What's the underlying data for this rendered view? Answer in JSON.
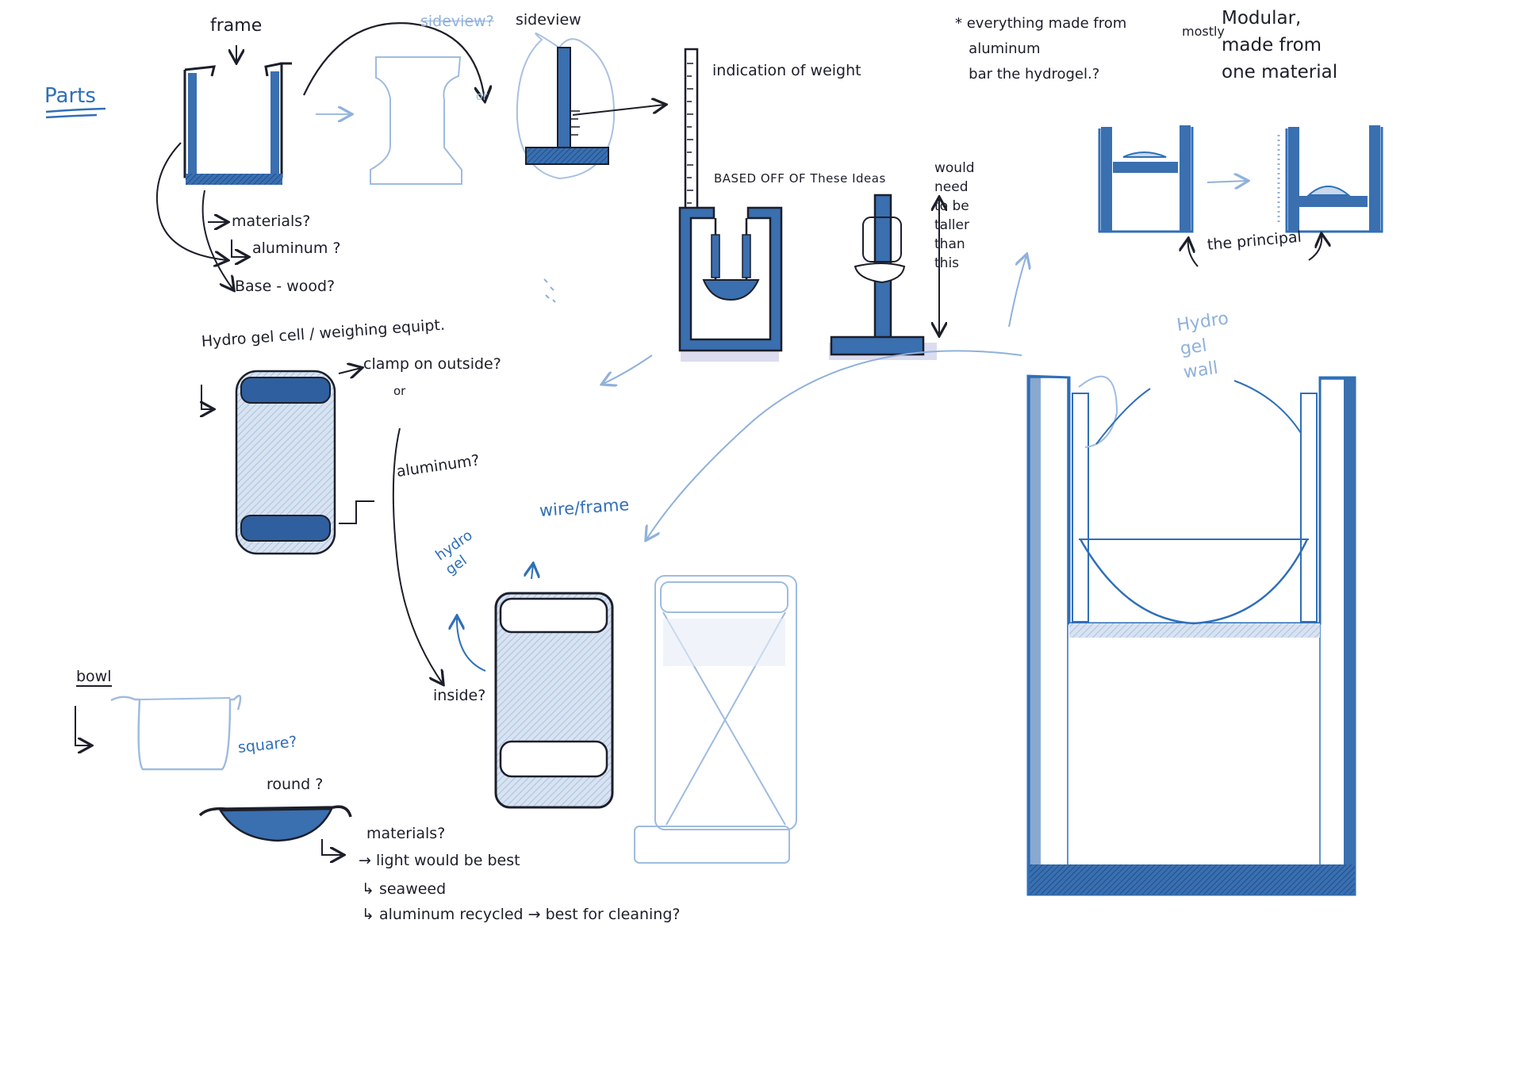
{
  "labels": {
    "parts": "Parts",
    "frame": "frame",
    "sideview_crossed": "sideview?",
    "sideview": "sideview",
    "indication": "indication of weight",
    "materials_q": "materials?",
    "aluminum_q": "aluminum ?",
    "base_wood": "Base - wood?",
    "hydro_gel_cell": "Hydro gel cell / weighing equipt.",
    "clamp": "clamp on outside?",
    "or": "or",
    "aluminum_q2": "aluminum?",
    "based_off": "BASED OFF OF These Ideas",
    "would_need": "would\nneed\nto be\ntaller\nthan\nthis",
    "everything": "* everything made from\n   aluminum\n   bar the hydrogel.?",
    "mostly": "mostly",
    "modular": "Modular,\nmade from\none material",
    "principal": "the principal",
    "hydro_gel_wall": "Hydro\ngel\nwall",
    "wire_frame": "wire/frame",
    "hydro_gel": "hydro\ngel",
    "inside": "inside?",
    "bowl": "bowl",
    "square": "square?",
    "round": "round ?",
    "materials_bowl": "materials?",
    "light": "light would be best",
    "seaweed": "seaweed",
    "recycled": "aluminum recycled",
    "cleaning": "best for cleaning?"
  },
  "colors": {
    "ink": "#1c1f2a",
    "blue": "#2f6fb8",
    "light_blue": "#8fb1dc",
    "pale_fill": "#c9d8ec",
    "shade": "#dcdcef"
  }
}
